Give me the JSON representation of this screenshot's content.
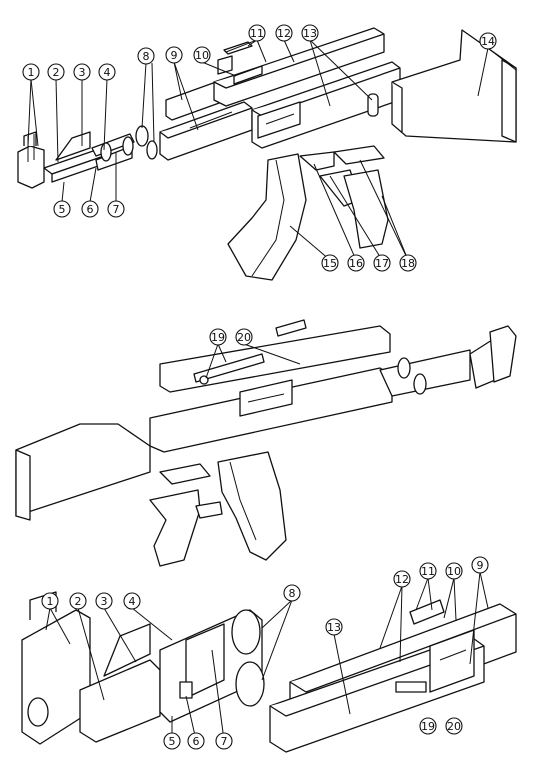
{
  "callouts": {
    "top": [
      "1",
      "2",
      "3",
      "4",
      "5",
      "6",
      "7",
      "8",
      "9",
      "10",
      "11",
      "12",
      "13",
      "14",
      "15",
      "16",
      "17",
      "18"
    ],
    "middle": [
      "19",
      "20"
    ],
    "bottom_left": [
      "1",
      "2",
      "3",
      "4",
      "5",
      "6",
      "7",
      "8"
    ],
    "bottom_right": [
      "9",
      "10",
      "11",
      "12",
      "13",
      "19",
      "20"
    ]
  }
}
